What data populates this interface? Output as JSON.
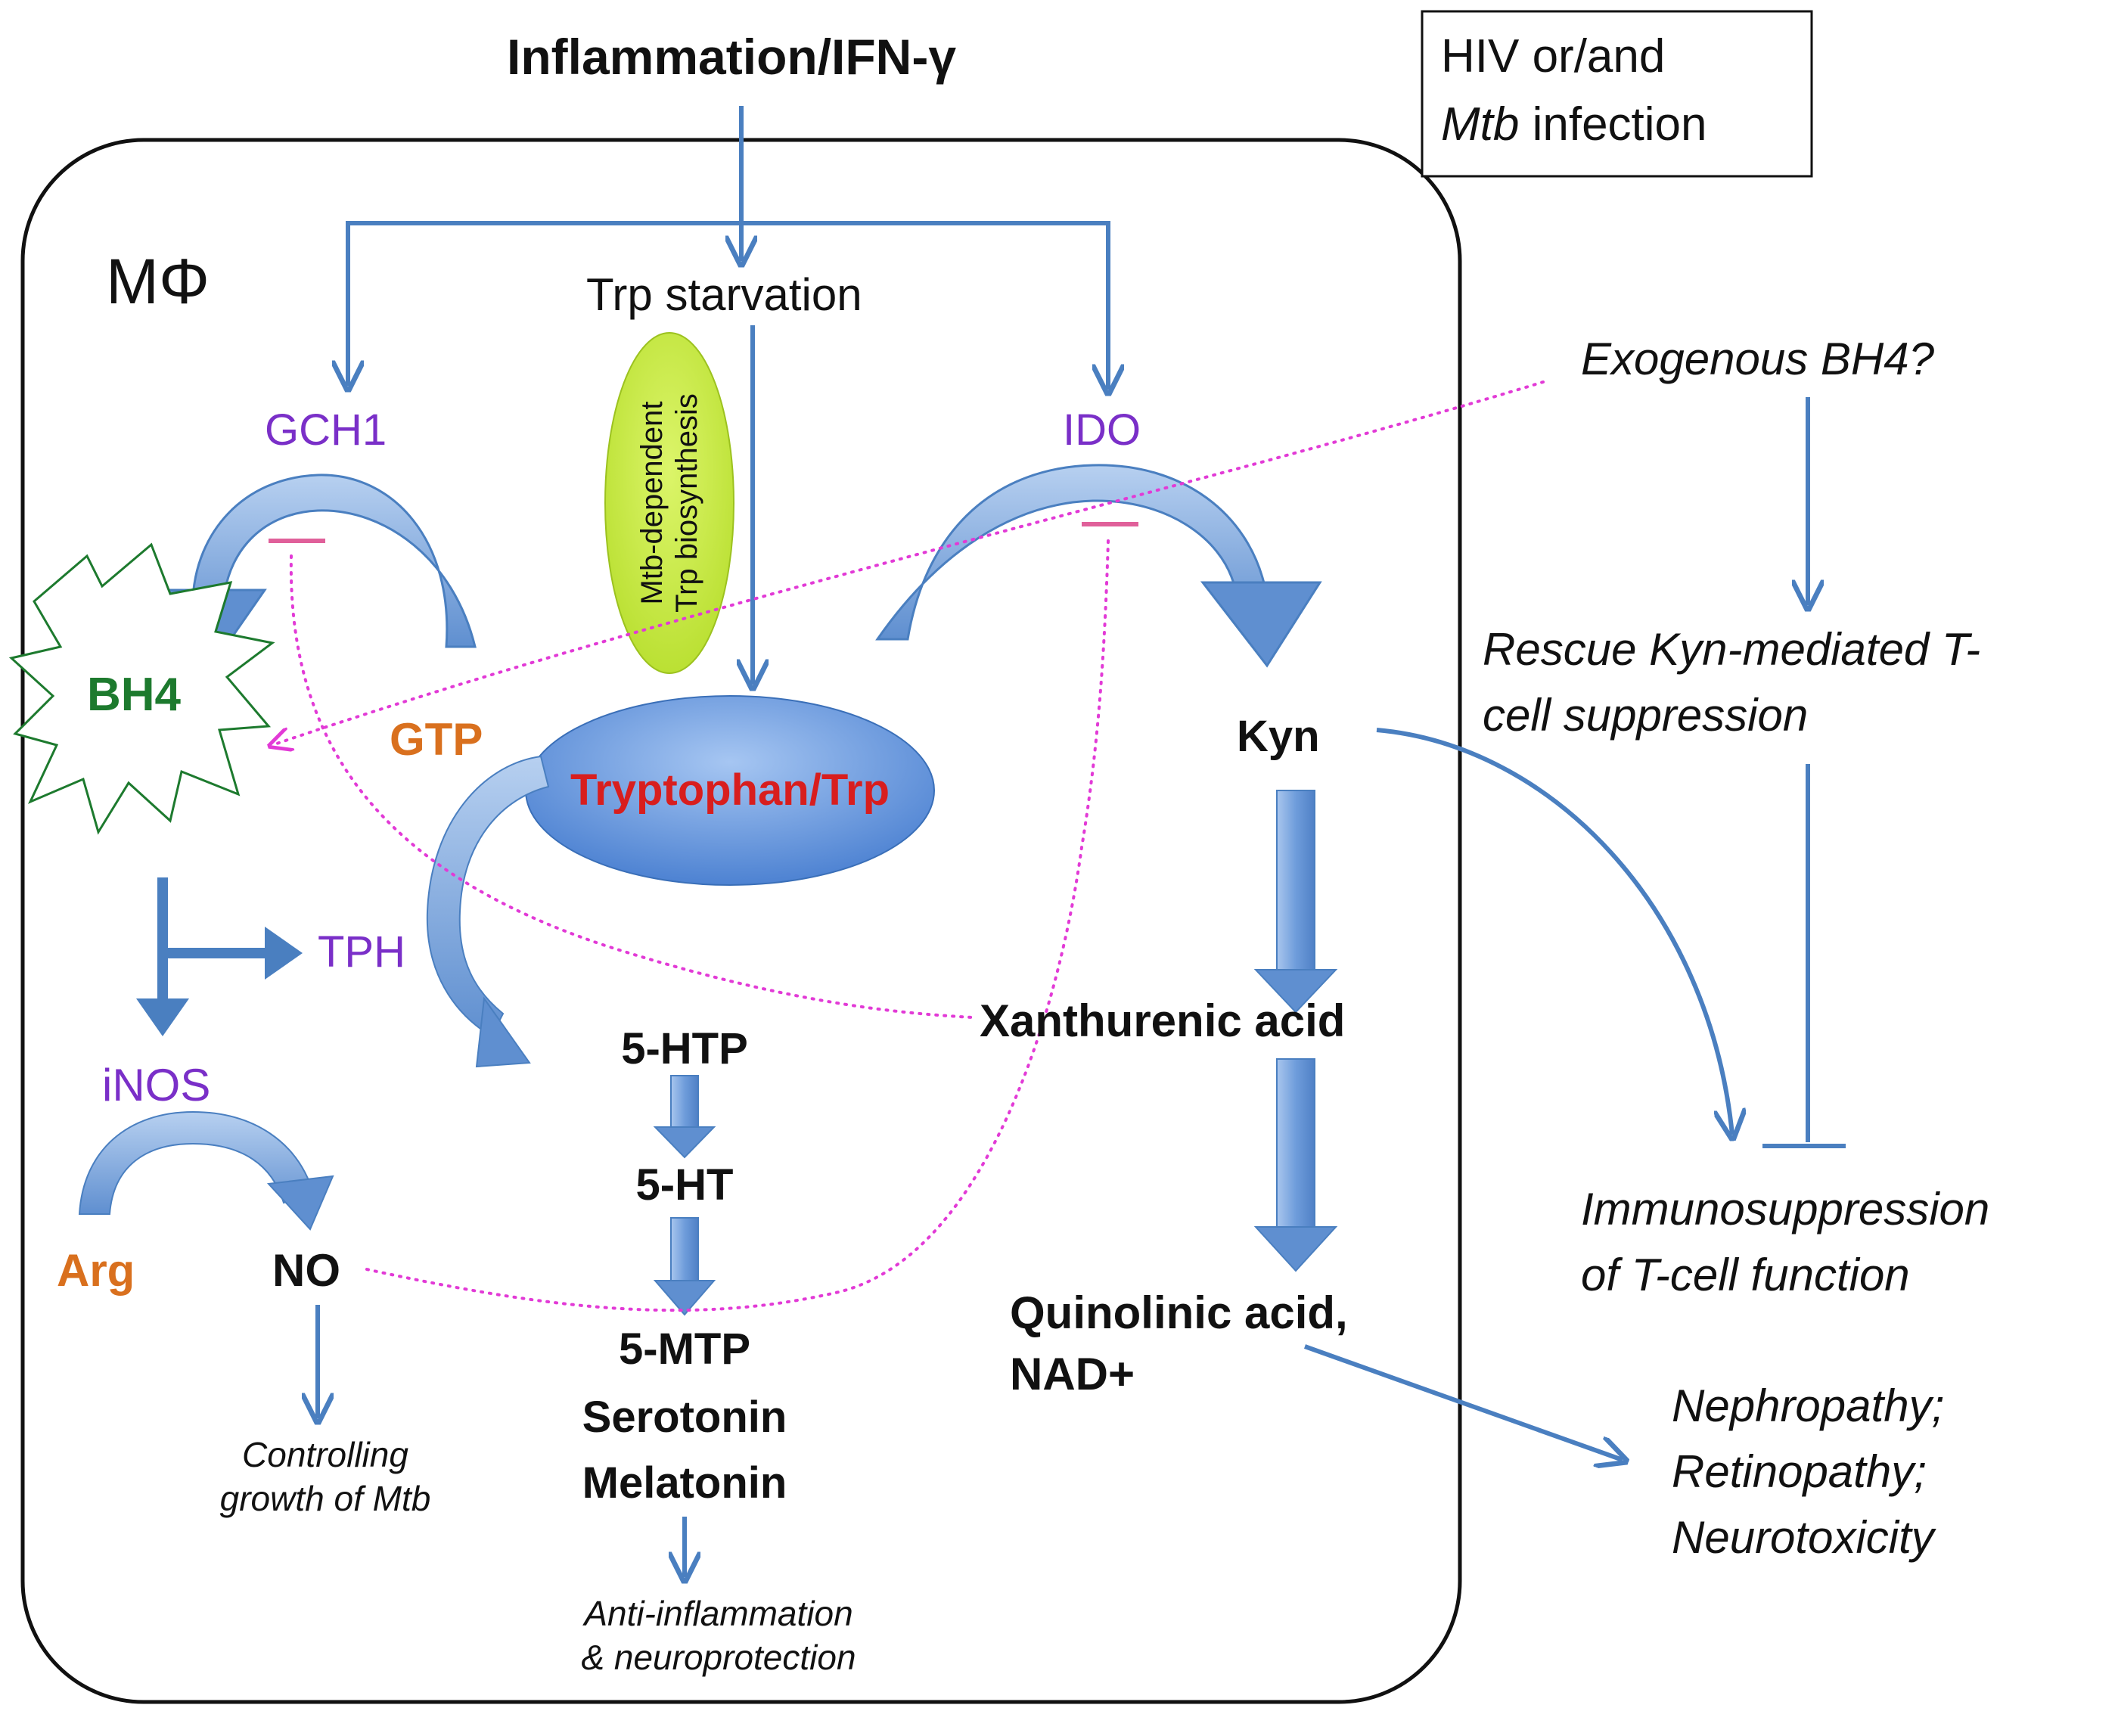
{
  "title": "Inflammation/IFN-γ",
  "legend_box": {
    "line1": "HIV or/and",
    "line2_italic": "Mtb",
    "line2_rest": " infection"
  },
  "cell_label": "MΦ",
  "nodes": {
    "trp_starvation": "Trp starvation",
    "gch1": "GCH1",
    "ido": "IDO",
    "gtp": "GTP",
    "bh4": "BH4",
    "tryptophan": "Tryptophan/Trp",
    "mtb_dependent_line1": "Mtb-dependent",
    "mtb_dependent_line2": "Trp biosynthesis",
    "tph": "TPH",
    "inos": "iNOS",
    "arg": "Arg",
    "no": "NO",
    "htp": "5-HTP",
    "ht": "5-HT",
    "mtp": "5-MTP",
    "serotonin": "Serotonin",
    "melatonin": "Melatonin",
    "kyn": "Kyn",
    "xanthurenic": "Xanthurenic acid",
    "quinolinic_line1": "Quinolinic acid,",
    "quinolinic_line2": "NAD+"
  },
  "outcomes": {
    "controlling_line1": "Controlling",
    "controlling_line2": "growth of Mtb",
    "anti_inflammation_line1": "Anti-inflammation",
    "anti_inflammation_line2": "& neuroprotection",
    "exogenous_bh4": "Exogenous BH4?",
    "rescue_line1": "Rescue Kyn-mediated T-",
    "rescue_line2": "cell suppression",
    "immuno_line1": "Immunosuppression",
    "immuno_line2": "of T-cell function",
    "nephropathy": "Nephropathy;",
    "retinopathy": "Retinopathy;",
    "neurotoxicity": "Neurotoxicity"
  },
  "colors": {
    "arrow_blue": "#4a7fc0",
    "arrow_fill": "#7fa8dc",
    "dotted_magenta": "#e23ad6",
    "inhibit_pink": "#e0609a",
    "enzyme_purple": "#7a2fc8",
    "substrate_orange": "#d9701e",
    "bh4_green": "#1d7a2e",
    "trp_red": "#d81e1e",
    "mtb_ellipse": "#c8ea3c",
    "trp_ellipse": "#6e9ee0"
  }
}
